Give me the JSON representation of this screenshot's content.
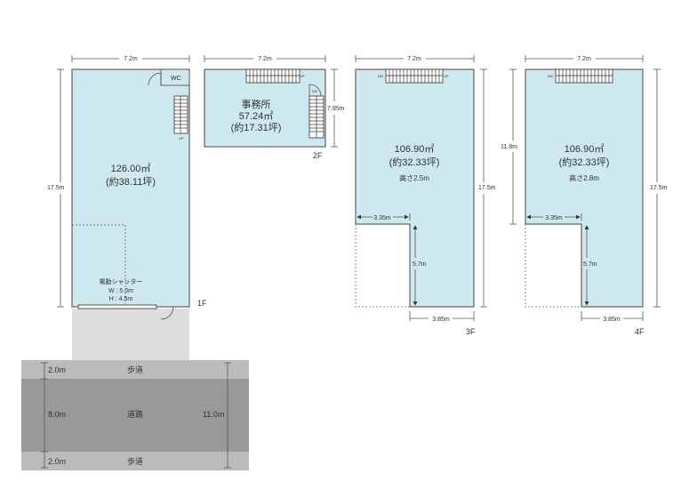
{
  "colors": {
    "room": "#cde8ee",
    "wall": "#444444",
    "dimension": "#555555",
    "sidewalk": "#bbbbbb",
    "road": "#999999",
    "approach": "#dddddd"
  },
  "floor1": {
    "label": "1F",
    "width_dim": "7.2m",
    "depth_dim": "17.5m",
    "area": "126.00㎡",
    "tsubo": "(約38.11坪)",
    "wc": "WC",
    "stair_up": "UP",
    "shutter_label": "電動シャッター",
    "shutter_width": "W : 5.0m",
    "shutter_height": "H : 4.5m"
  },
  "floor2": {
    "label": "2F",
    "width_dim": "7.2m",
    "depth_dim": "7.95m",
    "room_name": "事務所",
    "area": "57.24㎡",
    "tsubo": "(約17.31坪)",
    "stair_up": "UP",
    "stair_dn": "DN"
  },
  "floor3": {
    "label": "3F",
    "width_dim": "7.2m",
    "depth_dim": "17.5m",
    "area": "106.90㎡",
    "tsubo": "(約32.33坪)",
    "height": "高さ2.5m",
    "cut_width": "3.35m",
    "cut_depth": "5.7m",
    "bottom_width": "3.85m",
    "stair_dn": "DN",
    "stair_up": "UP"
  },
  "floor4": {
    "label": "4F",
    "width_dim": "7.2m",
    "depth_dim": "17.5m",
    "upper_depth": "11.8m",
    "area": "106.90㎡",
    "tsubo": "(約32.33坪)",
    "height": "高さ2.8m",
    "cut_width": "3.35m",
    "cut_depth": "5.7m",
    "bottom_width": "3.85m",
    "stair_dn": "DN"
  },
  "road": {
    "sidewalk_top_dim": "2.0m",
    "sidewalk_top": "歩道",
    "road_dim": "8.0m",
    "road_name": "道路",
    "total_dim": "11.0m",
    "sidewalk_bottom_dim": "2.0m",
    "sidewalk_bottom": "歩道"
  }
}
